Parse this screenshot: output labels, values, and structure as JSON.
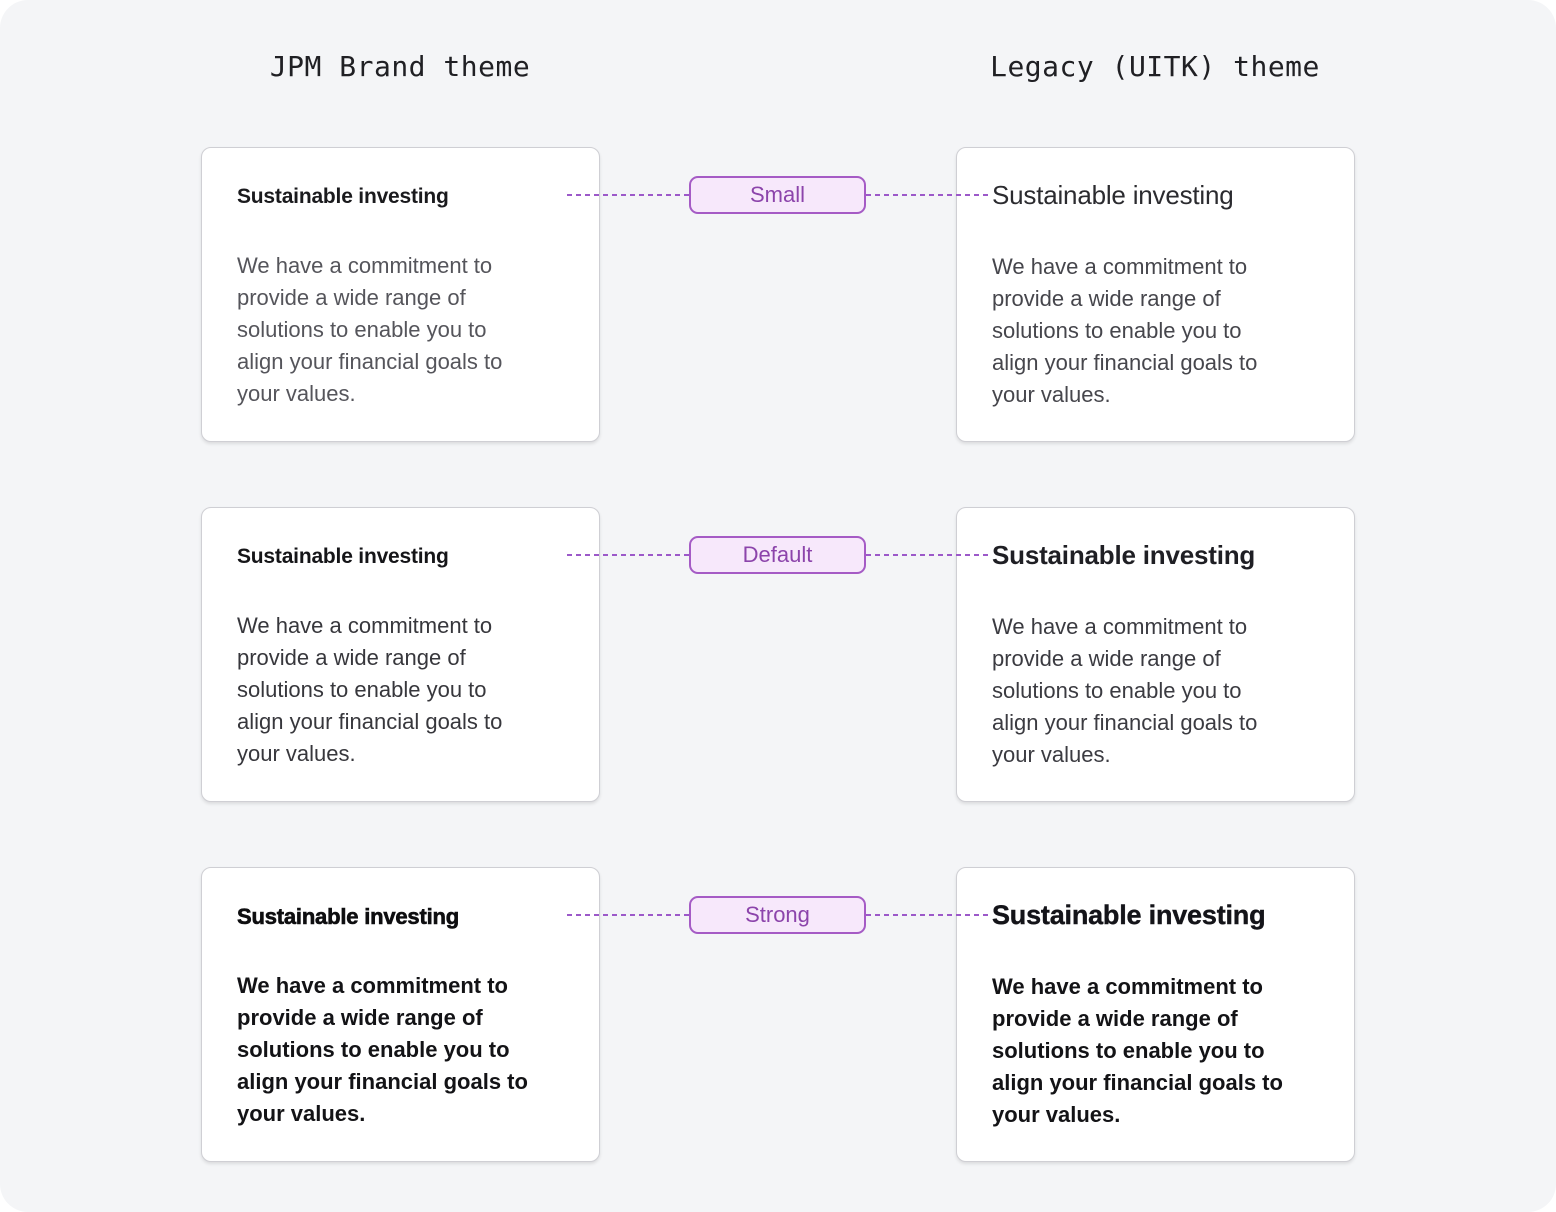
{
  "columns": {
    "left_title": "JPM Brand theme",
    "right_title": "Legacy (UITK) theme"
  },
  "rows": [
    {
      "badge": "Small",
      "jpm": {
        "heading": "Sustainable investing",
        "body": "We have a commitment to\nprovide a wide range of\nsolutions to enable you to\nalign your financial goals to\nyour values."
      },
      "legacy": {
        "heading": "Sustainable investing",
        "body": "We have a commitment to\nprovide a wide range of\nsolutions to enable you to\nalign your financial goals to\nyour values."
      }
    },
    {
      "badge": "Default",
      "jpm": {
        "heading": "Sustainable investing",
        "body": "We have a commitment to\nprovide a wide range of\nsolutions to enable you to\nalign your financial goals to\nyour values."
      },
      "legacy": {
        "heading": "Sustainable investing",
        "body": "We have a commitment to\nprovide a wide range of\nsolutions to enable you to\nalign your financial goals to\nyour values."
      }
    },
    {
      "badge": "Strong",
      "jpm": {
        "heading": "Sustainable investing",
        "body": "We have a commitment to\nprovide a wide range of\nsolutions to enable you to\nalign your financial goals to\nyour values."
      },
      "legacy": {
        "heading": "Sustainable investing",
        "body": "We have a commitment to\nprovide a wide range of\nsolutions to enable you to\nalign your financial goals to\nyour values."
      }
    }
  ],
  "colors": {
    "panel_bg": "#f4f5f7",
    "card_bg": "#ffffff",
    "card_border": "#cfcfd4",
    "badge_bg": "#f7e8fb",
    "badge_border": "#a55bc5",
    "badge_text": "#8c44ab",
    "connector": "#9c59c9"
  }
}
